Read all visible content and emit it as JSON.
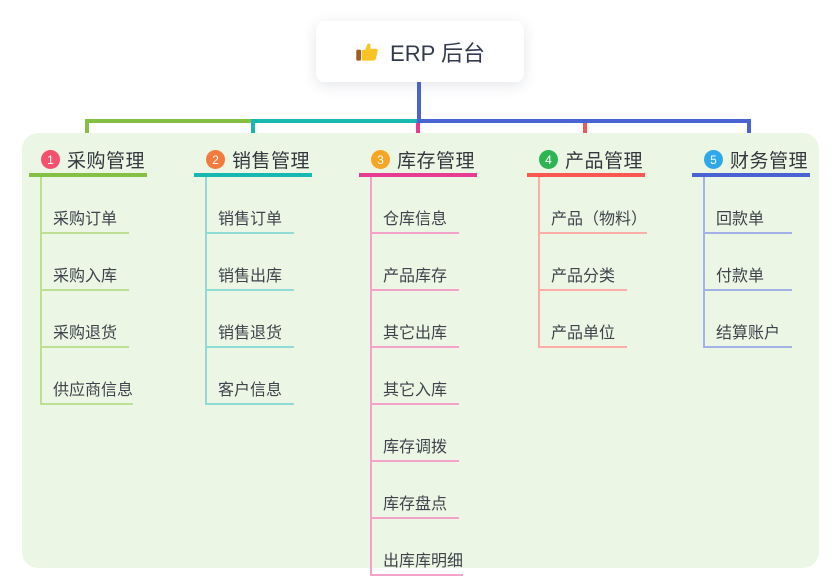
{
  "root": {
    "title": "ERP 后台",
    "icon": "thumbs-up"
  },
  "colors": {
    "panel_background": "#ebf7e4",
    "root_connector": "#4a63d2",
    "branch_lines": [
      "#84c043",
      "#17b8b1",
      "#e63c92",
      "#f8584f",
      "#4a63d2"
    ],
    "branch_item_lines": [
      "#bcdf92",
      "#8fdbd6",
      "#f3a3c9",
      "#fbada8",
      "#a2b1e6"
    ],
    "badges": [
      "#f4516c",
      "#f47a3d",
      "#f7a623",
      "#2eb552",
      "#2ea8e8"
    ]
  },
  "branches": [
    {
      "num": "1",
      "title": "采购管理",
      "items": [
        "采购订单",
        "采购入库",
        "采购退货",
        "供应商信息"
      ]
    },
    {
      "num": "2",
      "title": "销售管理",
      "items": [
        "销售订单",
        "销售出库",
        "销售退货",
        "客户信息"
      ]
    },
    {
      "num": "3",
      "title": "库存管理",
      "items": [
        "仓库信息",
        "产品库存",
        "其它出库",
        "其它入库",
        "库存调拨",
        "库存盘点",
        "出库库明细"
      ]
    },
    {
      "num": "4",
      "title": "产品管理",
      "items": [
        "产品（物料）",
        "产品分类",
        "产品单位"
      ]
    },
    {
      "num": "5",
      "title": "财务管理",
      "items": [
        "回款单",
        "付款单",
        "结算账户"
      ]
    }
  ]
}
